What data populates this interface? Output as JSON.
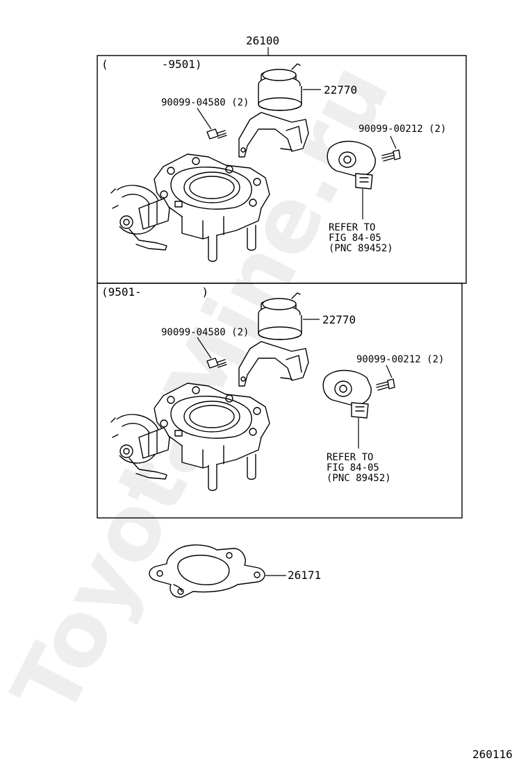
{
  "assembly": {
    "part_no": "26100"
  },
  "panel_upper": {
    "range_label": "(        -9501)",
    "parts": {
      "valve": "22770",
      "bolt": "90099-04580 (2)",
      "screw": "90099-00212 (2)",
      "refer_line1": "REFER TO",
      "refer_line2": "FIG 84-05",
      "refer_line3": "(PNC 89452)"
    }
  },
  "panel_lower": {
    "range_label": "(9501-         )",
    "parts": {
      "valve": "22770",
      "bolt": "90099-04580 (2)",
      "screw": "90099-00212 (2)",
      "refer_line1": "REFER TO",
      "refer_line2": "FIG 84-05",
      "refer_line3": "(PNC 89452)"
    }
  },
  "gasket": {
    "part_no": "26171"
  },
  "figure_id": "260116",
  "watermark": "ToyotaMine.ru"
}
